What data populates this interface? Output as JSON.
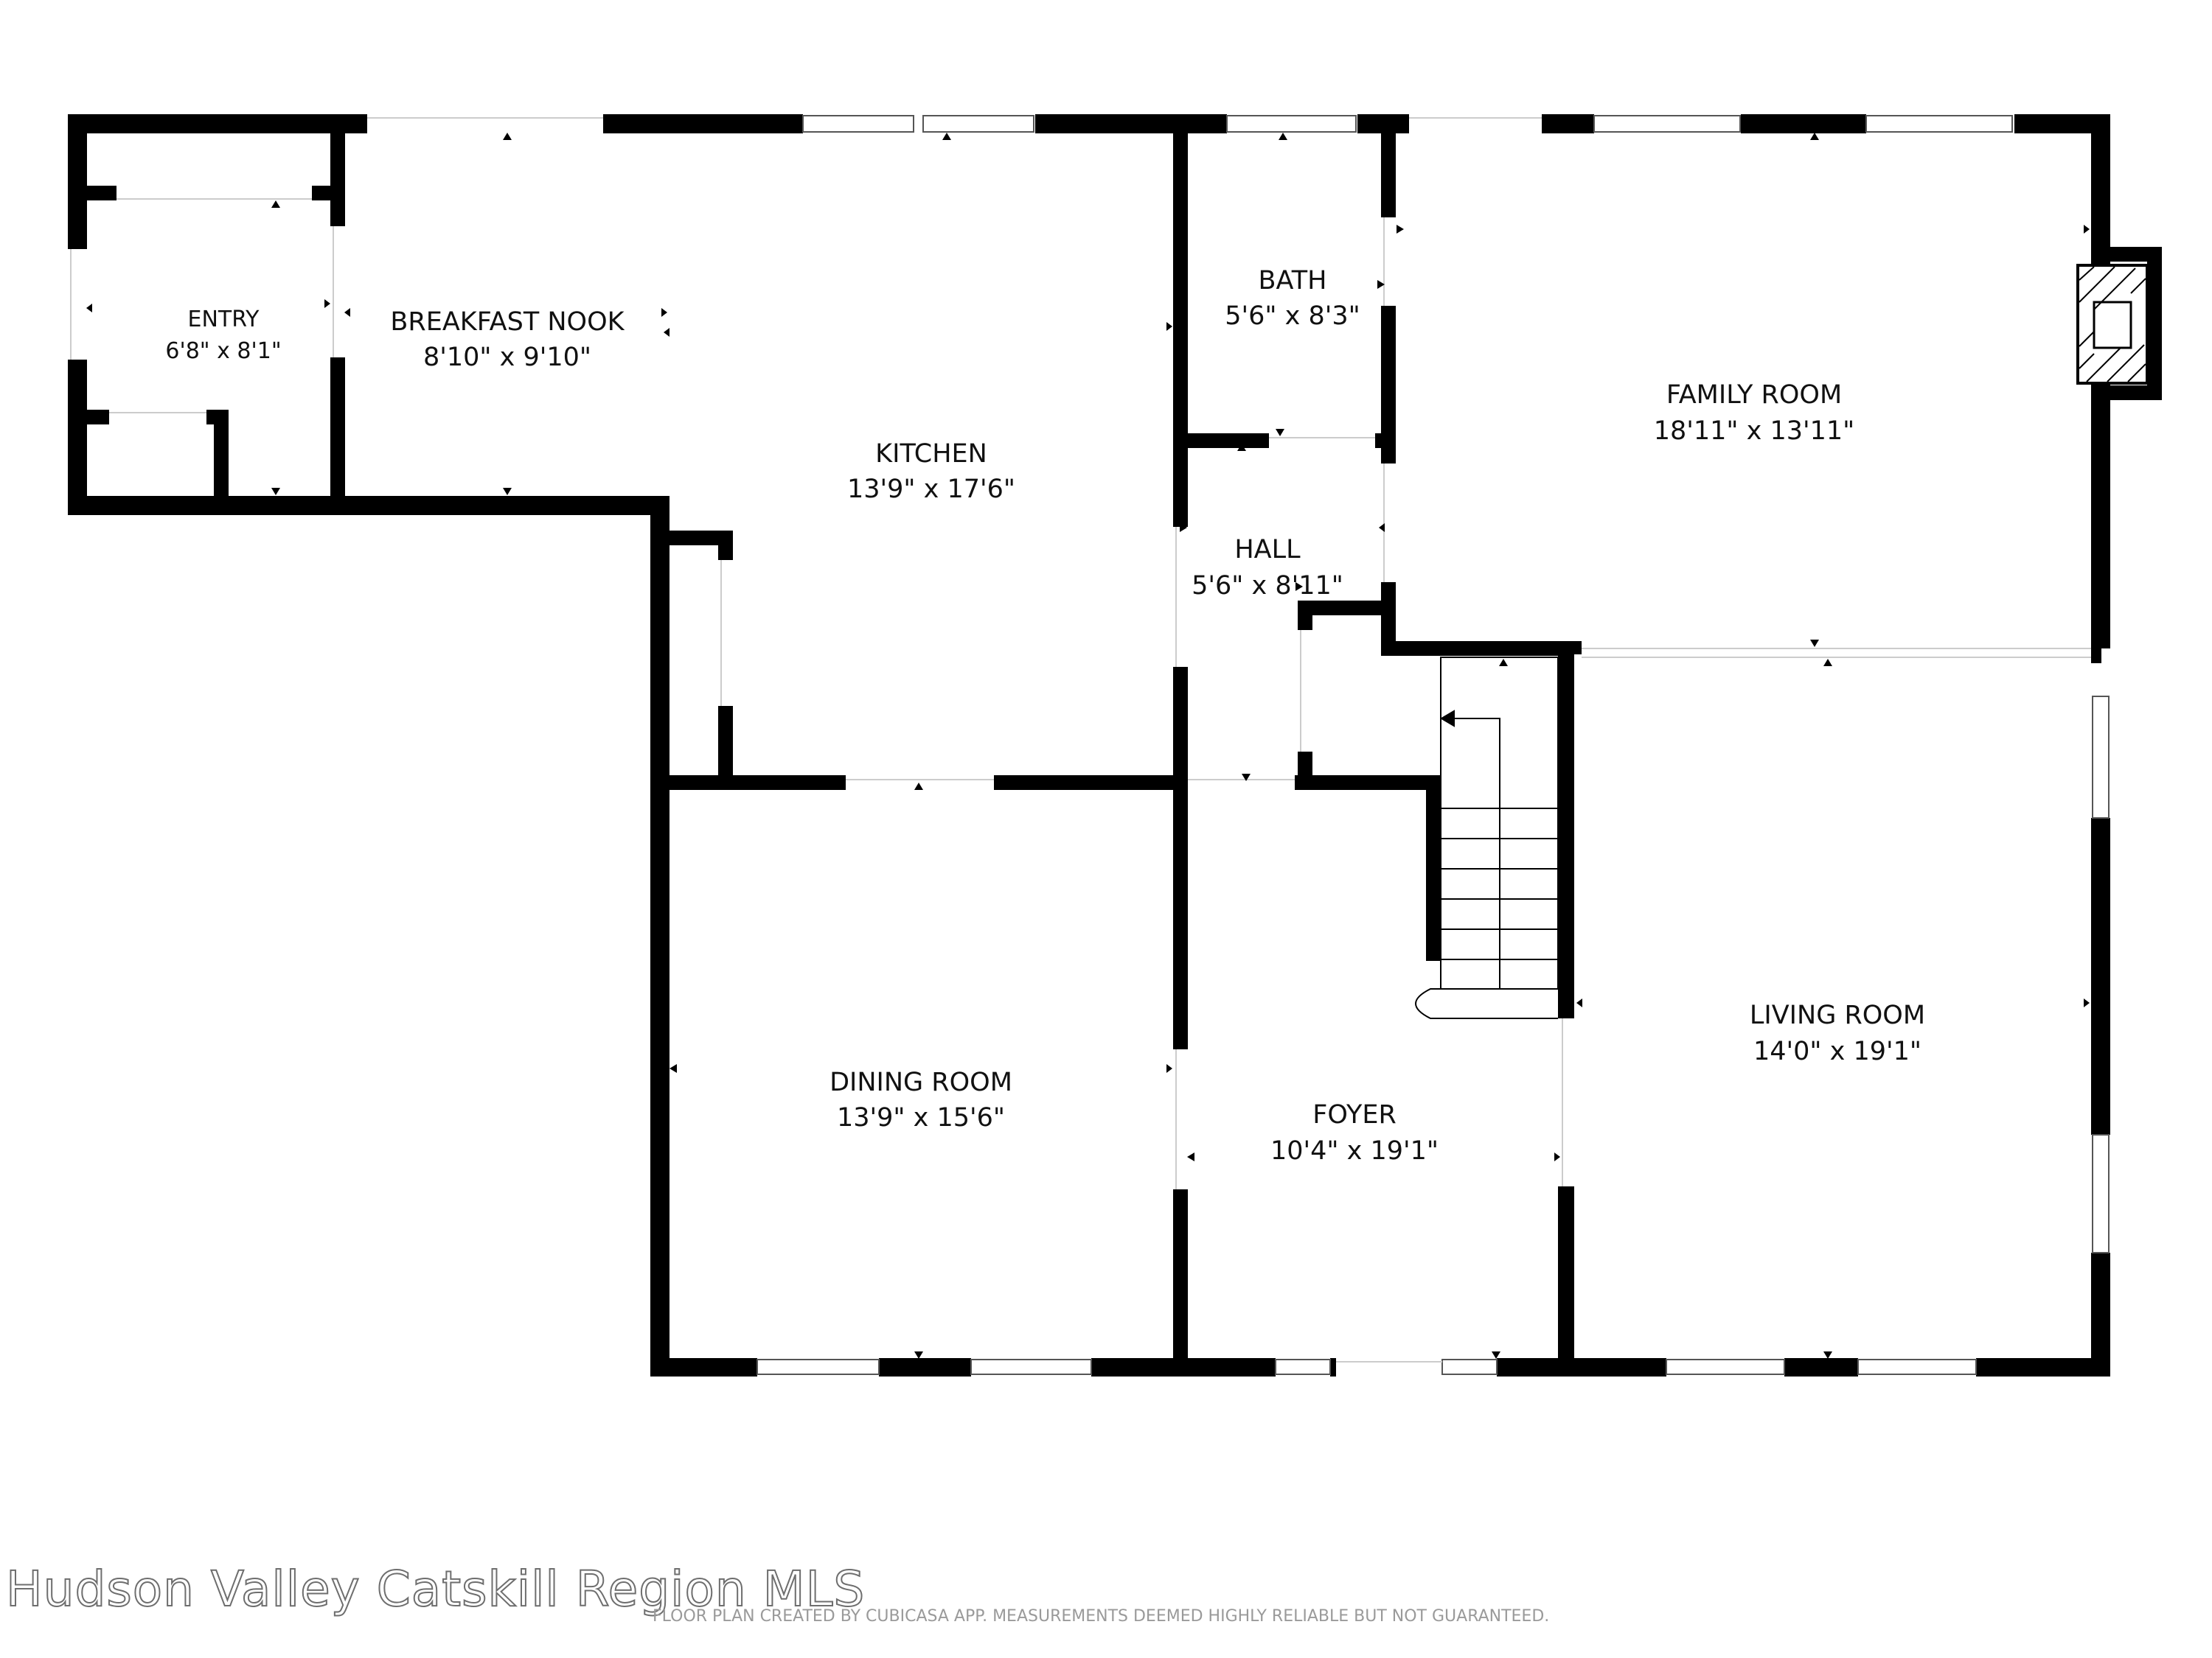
{
  "rooms": [
    {
      "name": "ENTRY",
      "dims": "6'8\" x 8'1\""
    },
    {
      "name": "BREAKFAST NOOK",
      "dims": "8'10\" x 9'10\""
    },
    {
      "name": "KITCHEN",
      "dims": "13'9\" x 17'6\""
    },
    {
      "name": "BATH",
      "dims": "5'6\" x 8'3\""
    },
    {
      "name": "HALL",
      "dims": "5'6\" x 8'11\""
    },
    {
      "name": "FAMILY ROOM",
      "dims": "18'11\" x 13'11\""
    },
    {
      "name": "DINING ROOM",
      "dims": "13'9\" x 15'6\""
    },
    {
      "name": "FOYER",
      "dims": "10'4\" x 19'1\""
    },
    {
      "name": "LIVING ROOM",
      "dims": "14'0\" x 19'1\""
    }
  ],
  "watermark": "Hudson Valley Catskill Region MLS",
  "disclaimer": "FLOOR PLAN CREATED BY CUBICASA APP. MEASUREMENTS DEEMED HIGHLY RELIABLE BUT NOT GUARANTEED.",
  "colors": {
    "wall": "#000000",
    "window": "#9a9a9a",
    "background": "#ffffff"
  }
}
